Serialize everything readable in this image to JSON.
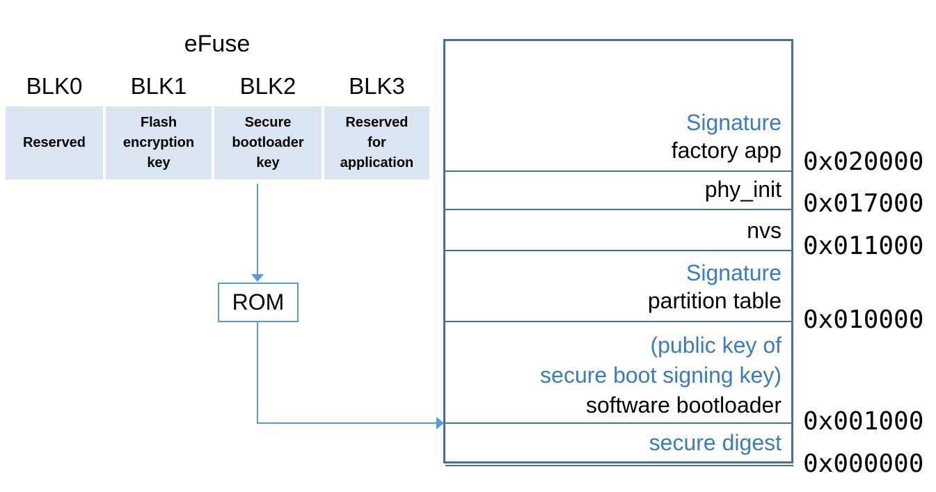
{
  "efuse": {
    "title": "eFuse",
    "blocks": [
      {
        "name": "BLK0",
        "label": "Reserved"
      },
      {
        "name": "BLK1",
        "label": "Flash\nencryption\nkey"
      },
      {
        "name": "BLK2",
        "label": "Secure\nbootloader\nkey"
      },
      {
        "name": "BLK3",
        "label": "Reserved\nfor\napplication"
      }
    ]
  },
  "rom": {
    "label": "ROM"
  },
  "flash": {
    "labels": [
      {
        "text": "Signature",
        "color": "blue"
      },
      {
        "text": "factory app",
        "color": "black"
      },
      {
        "text": "phy_init",
        "color": "black"
      },
      {
        "text": "nvs",
        "color": "black"
      },
      {
        "text": "Signature",
        "color": "blue"
      },
      {
        "text": "partition table",
        "color": "black"
      },
      {
        "text": "(public key of",
        "color": "blue"
      },
      {
        "text": "secure boot signing key)",
        "color": "blue"
      },
      {
        "text": "software bootloader",
        "color": "black"
      },
      {
        "text": "secure digest",
        "color": "blue"
      }
    ],
    "addresses": [
      "0x020000",
      "0x017000",
      "0x011000",
      "0x010000",
      "0x001000",
      "0x000000"
    ]
  },
  "colors": {
    "efuse_block_fill": "#dbe5f1",
    "flash_border": "#41719c",
    "arrow_and_rom_border": "#5b9bd5",
    "blue_label_text": "#3a7cbe",
    "default_text": "#000000"
  }
}
